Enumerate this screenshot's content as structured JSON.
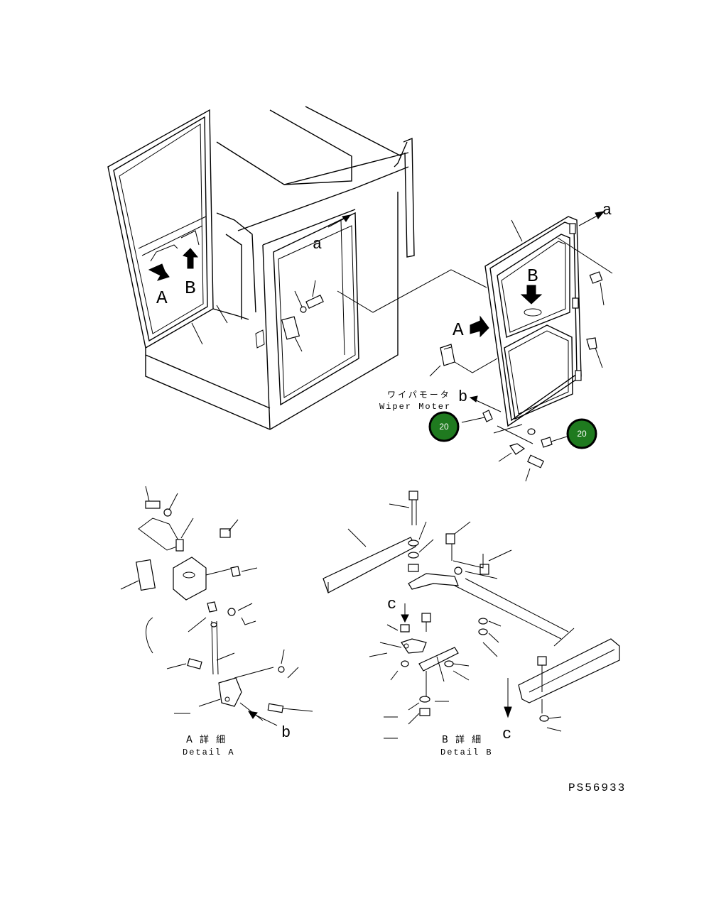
{
  "labels": {
    "a_top": "a",
    "a_door": "a",
    "A_cab": "A",
    "B_cab": "B",
    "A_door": "A",
    "B_door": "B",
    "b_top": "b",
    "b_detail": "b",
    "c_left": "c",
    "c_right": "c"
  },
  "wiper": {
    "jp": "ワイパモータ",
    "en": "Wiper Moter"
  },
  "details": {
    "a_jp": "A 詳 細",
    "a_en": "Detail A",
    "b_jp": "B 詳 細",
    "b_en": "Detail B"
  },
  "callouts": [
    {
      "label": "20",
      "color": "#1f7a1f"
    },
    {
      "label": "20",
      "color": "#1f7a1f"
    }
  ],
  "ref_code": "PS56933"
}
